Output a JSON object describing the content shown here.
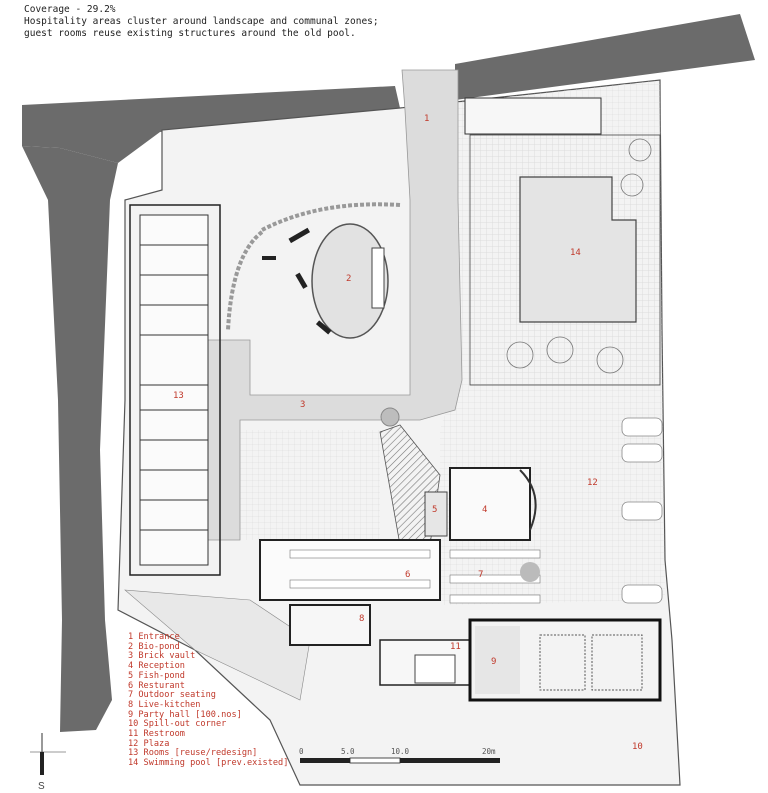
{
  "header": {
    "coverage": "Coverage - 29.2%",
    "note_line1": "Hospitality areas cluster around landscape and communal zones;",
    "note_line2": "guest rooms reuse existing structures around the old pool."
  },
  "legend": [
    "1 Entrance",
    "2 Bio-pond",
    "3 Brick vault",
    "4 Reception",
    "5 Fish-pond",
    "6 Resturant",
    "7 Outdoor seating",
    "8 Live-kitchen",
    "9 Party hall [100.nos]",
    "10 Spill-out corner",
    "11 Restroom",
    "12 Plaza",
    "13 Rooms [reuse/redesign]",
    "14 Swimming pool [prev.existed]"
  ],
  "plan_numbers": [
    "1",
    "2",
    "3",
    "4",
    "5",
    "6",
    "7",
    "8",
    "9",
    "10",
    "11",
    "12",
    "13",
    "14"
  ],
  "scale": {
    "ticks": [
      "0",
      "5.0",
      "10.0",
      "20m"
    ]
  },
  "north": {
    "label": "S"
  },
  "colors": {
    "road": "#6b6b6b",
    "label": "#c0392b",
    "ground": "#f2f2f2",
    "paving": "#e6e6e6",
    "walls": "#333333"
  }
}
